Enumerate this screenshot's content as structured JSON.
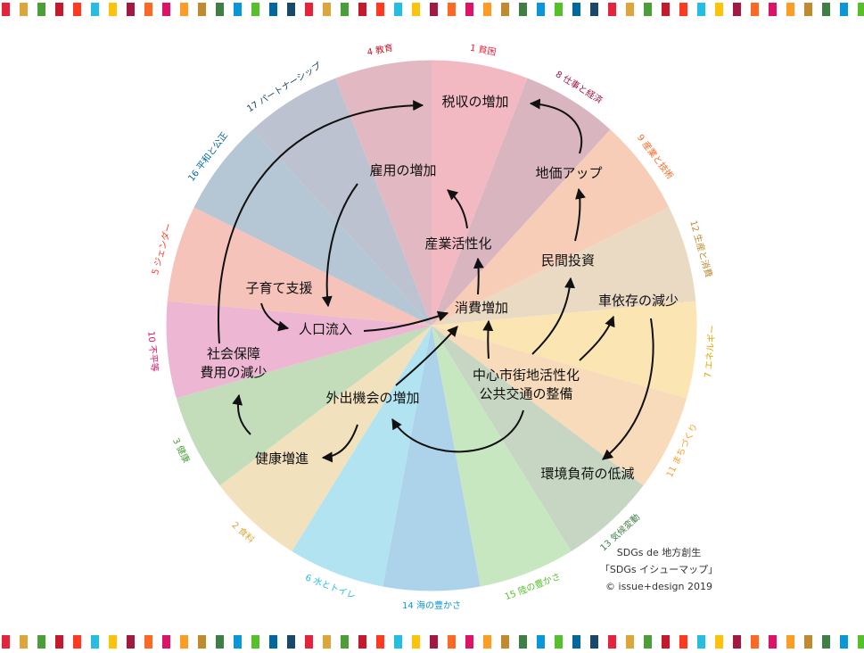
{
  "colors": [
    "#E5243B",
    "#DDA63A",
    "#4C9F38",
    "#C5192D",
    "#FF3A21",
    "#26BDE2",
    "#FCC30B",
    "#A21942",
    "#FD6925",
    "#DD1367",
    "#FD9D24",
    "#BF8B2E",
    "#3F7E44",
    "#0A97D9",
    "#56C02B",
    "#00689D",
    "#19486A"
  ],
  "wheel": {
    "segments": [
      {
        "num": "1",
        "label": "貧困",
        "color": "#F2B9C2"
      },
      {
        "num": "8",
        "label": "仕事と経済",
        "color": "#D9B5BF"
      },
      {
        "num": "9",
        "label": "産業と技術",
        "color": "#F7CDB8"
      },
      {
        "num": "12",
        "label": "生産と消費",
        "color": "#EAD9C3"
      },
      {
        "num": "7",
        "label": "エネルギー",
        "color": "#FBE6B3"
      },
      {
        "num": "11",
        "label": "まちづくり",
        "color": "#F8DBBA"
      },
      {
        "num": "13",
        "label": "気候変動",
        "color": "#C6D6C2"
      },
      {
        "num": "15",
        "label": "陸の豊かさ",
        "color": "#C7E7C1"
      },
      {
        "num": "14",
        "label": "海の豊かさ",
        "color": "#ADD3EA"
      },
      {
        "num": "6",
        "label": "水とトイレ",
        "color": "#B1E3F1"
      },
      {
        "num": "2",
        "label": "食料",
        "color": "#F2E1BD"
      },
      {
        "num": "3",
        "label": "健康",
        "color": "#C3DDBB"
      },
      {
        "num": "10",
        "label": "不平等",
        "color": "#EDB6D2"
      },
      {
        "num": "5",
        "label": "ジェンダー",
        "color": "#F6C3BB"
      },
      {
        "num": "16",
        "label": "平和と公正",
        "color": "#B5C6D4"
      },
      {
        "num": "17",
        "label": "パートナーシップ",
        "color": "#BDC2D1"
      },
      {
        "num": "4",
        "label": "教育",
        "color": "#E2B9C2"
      }
    ]
  },
  "nodes": {
    "tax": "税収の増加",
    "employment": "雇用の増加",
    "land_price": "地価アップ",
    "industry": "産業活性化",
    "private_invest": "民間投資",
    "childcare": "子育て支援",
    "car_reduce": "車依存の減少",
    "consumption": "消費増加",
    "population": "人口流入",
    "social_security": "社会保障\n費用の減少",
    "outing": "外出機会の増加",
    "downtown": "中心市街地活性化\n公共交通の整備",
    "health": "健康増進",
    "environment": "環境負荷の低減"
  },
  "credit": {
    "line1": "SDGs de 地方創生",
    "line2": "「SDGs イシューマップ」",
    "line3": "© issue+design 2019"
  }
}
